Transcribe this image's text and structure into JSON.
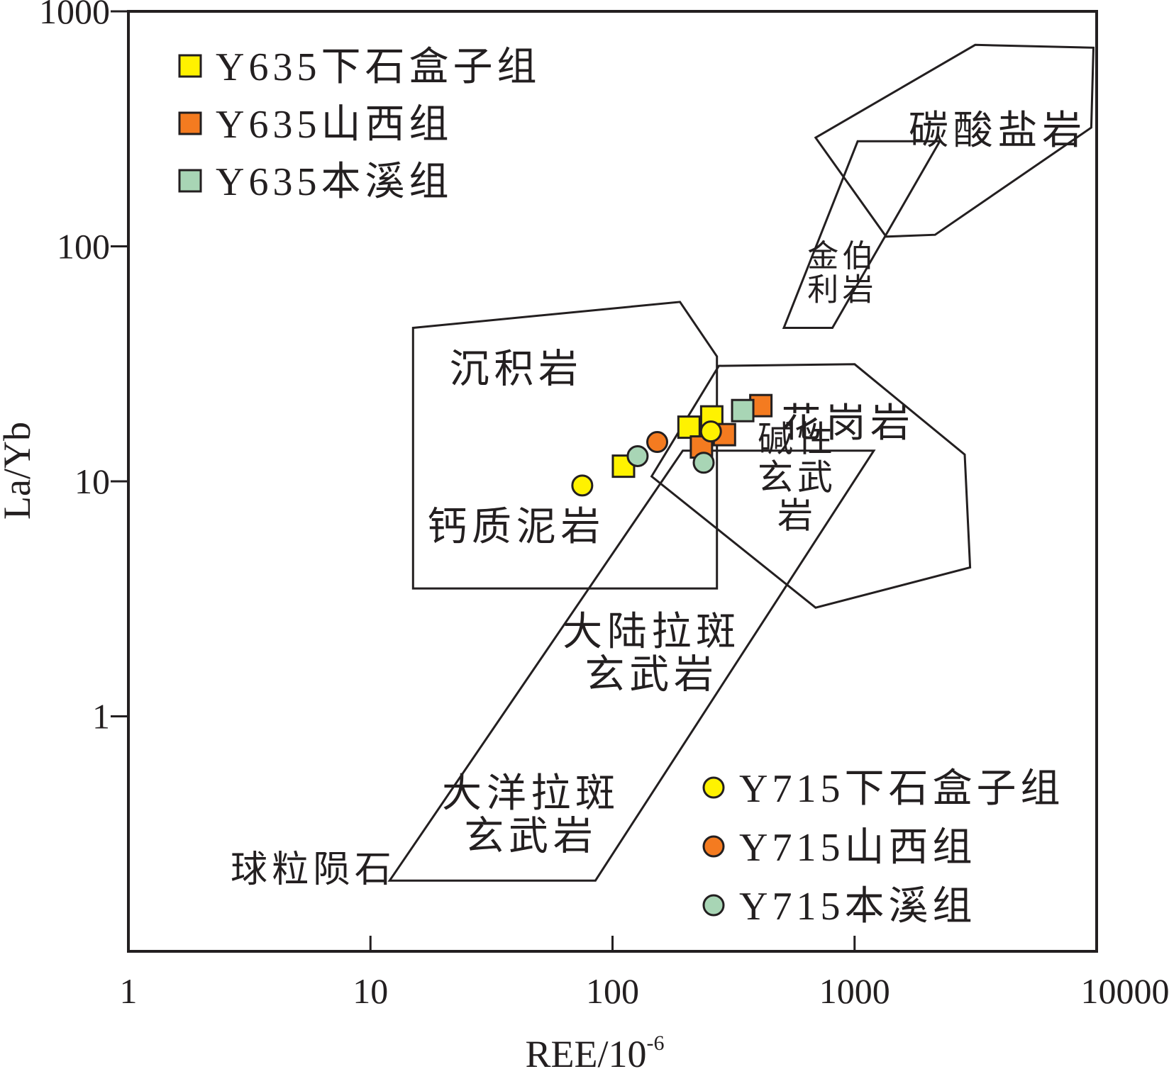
{
  "chart_data": {
    "type": "scatter",
    "xscale": "log",
    "yscale": "log",
    "xlim": [
      1,
      10000
    ],
    "ylim": [
      0.1,
      1000
    ],
    "xlabel": "REE/10",
    "xlabel_sup": "-6",
    "ylabel": "La/Yb",
    "x_ticks": [
      {
        "value": 1,
        "label": "1"
      },
      {
        "value": 10,
        "label": "10"
      },
      {
        "value": 100,
        "label": "100"
      },
      {
        "value": 1000,
        "label": "1000"
      },
      {
        "value": 10000,
        "label": "10000"
      }
    ],
    "y_ticks": [
      {
        "value": 1,
        "label": "1"
      },
      {
        "value": 10,
        "label": "10"
      },
      {
        "value": 100,
        "label": "100"
      },
      {
        "value": 1000,
        "label": "1000"
      }
    ],
    "regions": [
      {
        "name": "沉积岩",
        "label_lines": [
          "沉积岩"
        ],
        "label_at": [
          40,
          30
        ],
        "font": 56,
        "points": [
          [
            15,
            45
          ],
          [
            190,
            58
          ],
          [
            270,
            34
          ],
          [
            270,
            3.5
          ],
          [
            15,
            3.5
          ]
        ]
      },
      {
        "name": "钙质泥岩",
        "label_lines": [
          "钙质泥岩"
        ],
        "label_at": [
          40,
          6.4
        ],
        "font": 56,
        "points": []
      },
      {
        "name": "花岗岩",
        "label_lines": [
          "花岗岩"
        ],
        "label_at": [
          940,
          17.6
        ],
        "font": 56,
        "points": [
          [
            275,
            31
          ],
          [
            1000,
            31.5
          ],
          [
            2850,
            13
          ],
          [
            3000,
            4.3
          ],
          [
            690,
            2.9
          ],
          [
            145,
            10.5
          ]
        ]
      },
      {
        "name": "碱性玄武岩",
        "label_lines": [
          "碱性",
          "玄武",
          "岩"
        ],
        "label_at": [
          580,
          10.4
        ],
        "font": 50,
        "points": []
      },
      {
        "name": "碳酸盐岩",
        "label_lines": [
          "碳酸盐岩"
        ],
        "label_at": [
          3900,
          310
        ],
        "font": 56,
        "points": [
          [
            690,
            290
          ],
          [
            3150,
            720
          ],
          [
            9700,
            700
          ],
          [
            9500,
            320
          ],
          [
            2150,
            112
          ],
          [
            1350,
            110
          ]
        ]
      },
      {
        "name": "金伯利岩",
        "label_lines": [
          "金伯",
          "利岩"
        ],
        "label_at": [
          890,
          77
        ],
        "font": 44,
        "points": [
          [
            1030,
            280
          ],
          [
            2250,
            280
          ],
          [
            810,
            45
          ],
          [
            510,
            45
          ]
        ]
      },
      {
        "name": "大陆拉斑玄武岩",
        "label_lines": [
          "大陆拉斑",
          "玄武岩"
        ],
        "label_at": [
          145,
          1.85
        ],
        "font": 56,
        "points": [
          [
            195,
            13.5
          ],
          [
            1200,
            13.5
          ],
          [
            85,
            0.2
          ],
          [
            12,
            0.2
          ]
        ]
      },
      {
        "name": "大洋拉斑玄武岩",
        "label_lines": [
          "大洋拉斑",
          "玄武岩"
        ],
        "label_at": [
          46,
          0.38
        ],
        "font": 56,
        "points": []
      },
      {
        "name": "球粒陨石",
        "label_lines": [
          "球粒陨石"
        ],
        "label_at": [
          5.8,
          0.222
        ],
        "font": 52,
        "points": []
      }
    ],
    "series": [
      {
        "name": "Y635下石盒子组",
        "marker": "square",
        "color": "#fff200",
        "points": [
          [
            111,
            11.6
          ],
          [
            207,
            17.0
          ],
          [
            257,
            18.8
          ]
        ]
      },
      {
        "name": "Y635山西组",
        "marker": "square",
        "color": "#f47b20",
        "points": [
          [
            233,
            14.0
          ],
          [
            290,
            15.8
          ],
          [
            410,
            21.0
          ]
        ]
      },
      {
        "name": "Y635本溪组",
        "marker": "square",
        "color": "#a8d5b5",
        "points": [
          [
            345,
            20.0
          ]
        ]
      },
      {
        "name": "Y715下石盒子组",
        "marker": "circle",
        "color": "#fff200",
        "points": [
          [
            75,
            9.6
          ],
          [
            255,
            16.3
          ]
        ]
      },
      {
        "name": "Y715山西组",
        "marker": "circle",
        "color": "#f47b20",
        "points": [
          [
            153,
            14.7
          ]
        ]
      },
      {
        "name": "Y715本溪组",
        "marker": "circle",
        "color": "#a8d5b5",
        "points": [
          [
            127,
            12.8
          ],
          [
            238,
            12.0
          ]
        ]
      }
    ],
    "legends": [
      {
        "placement": "top-left",
        "series": [
          0,
          1,
          2
        ]
      },
      {
        "placement": "bottom-right",
        "series": [
          3,
          4,
          5
        ]
      }
    ]
  }
}
